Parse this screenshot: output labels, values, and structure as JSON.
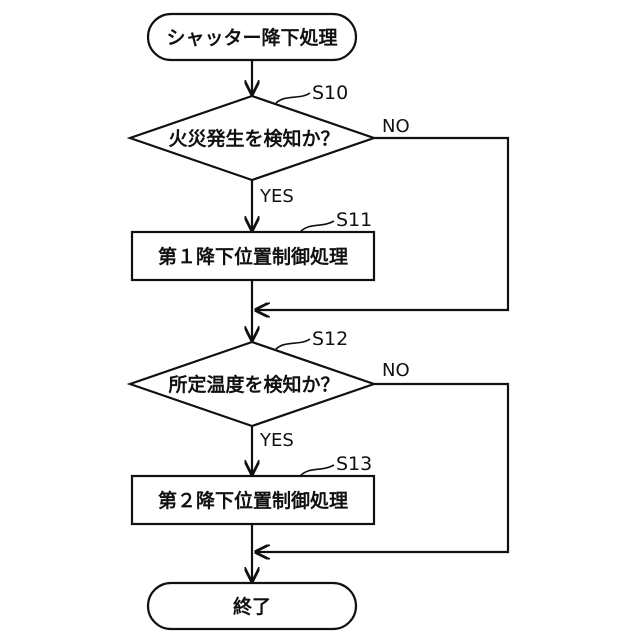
{
  "nodes": {
    "start": {
      "text": "シャッター降下処理"
    },
    "d1": {
      "text": "火災発生を検知か？",
      "step": "S10"
    },
    "p1": {
      "text": "第１降下位置制御処理",
      "step": "S11"
    },
    "d2": {
      "text": "所定温度を検知か？",
      "step": "S12"
    },
    "p2": {
      "text": "第２降下位置制御処理",
      "step": "S13"
    },
    "end": {
      "text": "終了"
    }
  },
  "labels": {
    "yes": "YES",
    "no": "NO"
  },
  "colors": {
    "stroke": "#111111",
    "background": "#ffffff"
  }
}
